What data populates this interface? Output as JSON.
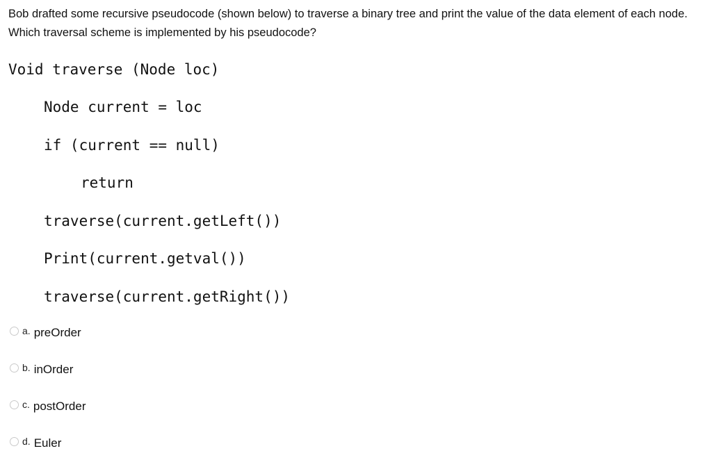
{
  "question": {
    "text": "Bob drafted some recursive pseudocode (shown below) to traverse a binary tree and print the value of the data element of each node. Which traversal scheme is implemented by his pseudocode?"
  },
  "code": {
    "lines": [
      "Void traverse (Node loc)",
      "Node current = loc",
      "if (current == null)",
      "return",
      "traverse(current.getLeft())",
      "Print(current.getval())",
      "traverse(current.getRight())"
    ]
  },
  "options": [
    {
      "letter": "a.",
      "label": "preOrder",
      "selected": false
    },
    {
      "letter": "b.",
      "label": "inOrder",
      "selected": false
    },
    {
      "letter": "c.",
      "label": "postOrder",
      "selected": false
    },
    {
      "letter": "d.",
      "label": "Euler",
      "selected": false
    }
  ]
}
